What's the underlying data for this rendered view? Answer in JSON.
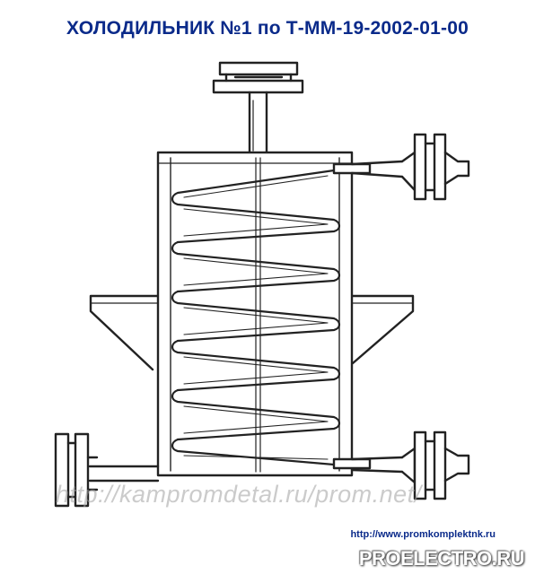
{
  "header": {
    "title": "ХОЛОДИЛЬНИК №1 по Т-ММ-19-2002-01-00"
  },
  "footer": {
    "url": "http://www.promkomplektnk.ru",
    "brand": "PROELECTRO.RU"
  },
  "watermark": {
    "text": "http://kampromdetal.ru/prom.net/"
  },
  "colors": {
    "title": "#0a2a8a",
    "line": "#222222"
  }
}
